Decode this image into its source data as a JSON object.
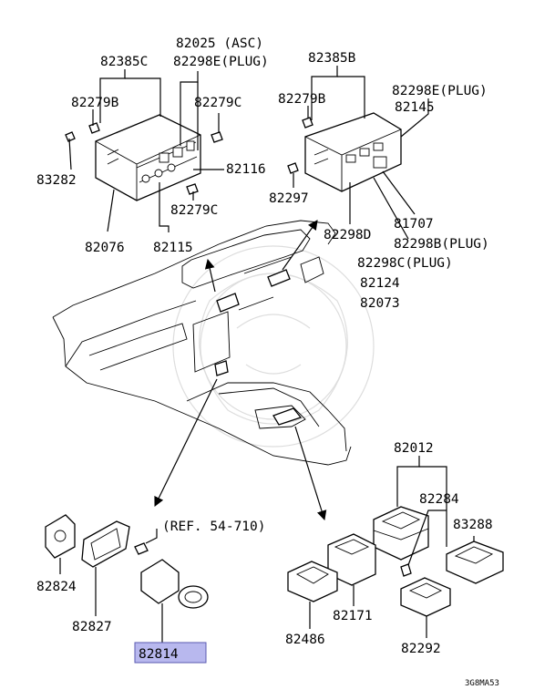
{
  "labels": {
    "l82025": "82025 (ASC)",
    "l82385c": "82385C",
    "l82298e_a": "82298E(PLUG)",
    "l82279b_a": "82279B",
    "l82279c_a": "82279C",
    "l83282": "83282",
    "l82116": "82116",
    "l82279c_b": "82279C",
    "l82076": "82076",
    "l82115": "82115",
    "l82385b": "82385B",
    "l82279b_b": "82279B",
    "l82298e_b": "82298E(PLUG)",
    "l82145": "82145",
    "l82297": "82297",
    "l82298d": "82298D",
    "l81707": "81707",
    "l82298b": "82298B(PLUG)",
    "l82298c": "82298C(PLUG)",
    "l82124": "82124",
    "l82073": "82073",
    "ref": "(REF. 54-710)",
    "l82824": "82824",
    "l82827": "82827",
    "l82814": "82814",
    "l82012": "82012",
    "l82284": "82284",
    "l83288": "83288",
    "l82486": "82486",
    "l82171": "82171",
    "l82292": "82292",
    "code": "3G8MA53"
  },
  "colors": {
    "highlight": "#b8b8ee",
    "line": "#000000"
  }
}
